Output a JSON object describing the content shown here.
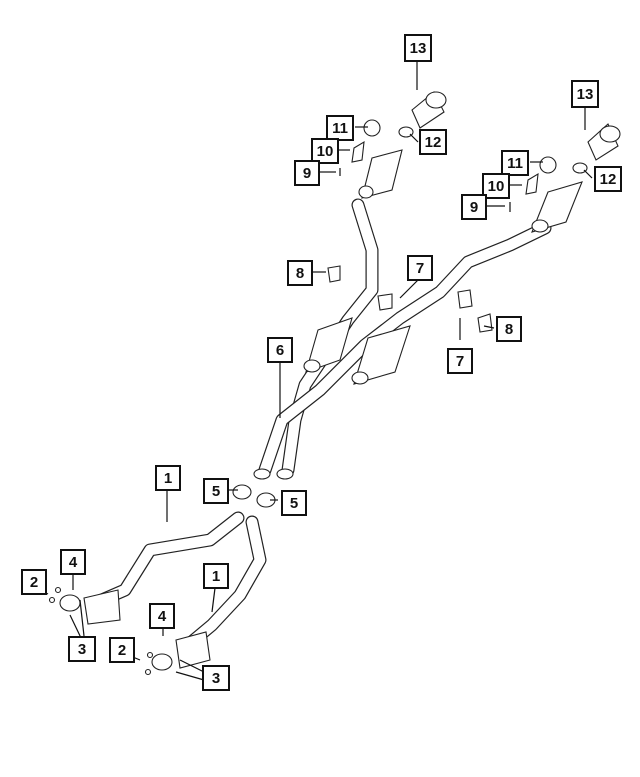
{
  "callouts": {
    "c1a": "1",
    "c1b": "1",
    "c2a": "2",
    "c2b": "2",
    "c3a": "3",
    "c3b": "3",
    "c4a": "4",
    "c4b": "4",
    "c5a": "5",
    "c5b": "5",
    "c6": "6",
    "c7a": "7",
    "c7b": "7",
    "c8a": "8",
    "c8b": "8",
    "c9a": "9",
    "c9b": "9",
    "c10a": "10",
    "c10b": "10",
    "c11a": "11",
    "c11b": "11",
    "c12a": "12",
    "c12b": "12",
    "c13a": "13",
    "c13b": "13"
  }
}
